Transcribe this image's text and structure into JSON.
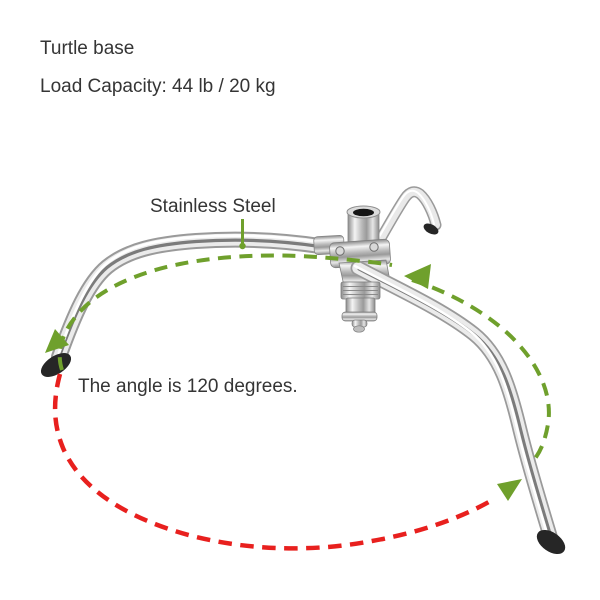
{
  "figure": {
    "title": "Turtle base",
    "load_capacity": "Load Capacity: 44 lb / 20 kg",
    "material_label": "Stainless Steel",
    "angle_note": "The angle is 120 degrees."
  },
  "colors": {
    "background": "#ffffff",
    "text": "#353535",
    "annotation_green": "#6fa02c",
    "annotation_red": "#e8201e",
    "foot_cap_black": "#262626"
  },
  "icons": {
    "material_pointer": "green-pointer-line",
    "arrow_at_hub": "green-arrowhead-pointing-left",
    "arrow_at_left_leg": "green-arrowhead-pointing-southwest",
    "arrow_at_right_leg": "green-arrowhead-pointing-northeast"
  }
}
